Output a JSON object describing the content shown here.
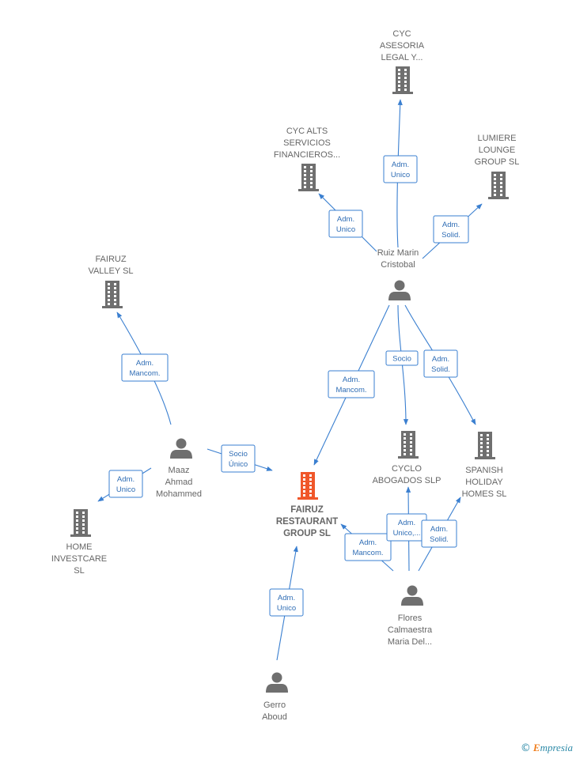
{
  "colors": {
    "edge": "#3a7fd0",
    "node_gray": "#6f6f6f",
    "focus": "#f0572a",
    "text": "#666666"
  },
  "nodes": [
    {
      "id": "cyc-asesoria",
      "type": "company",
      "lines": [
        "CYC",
        "ASESORIA",
        "LEGAL Y..."
      ],
      "icon": "building-icon"
    },
    {
      "id": "cyc-alts",
      "type": "company",
      "lines": [
        "CYC ALTS",
        "SERVICIOS",
        "FINANCIEROS..."
      ],
      "icon": "building-icon"
    },
    {
      "id": "lumiere",
      "type": "company",
      "lines": [
        "LUMIERE",
        "LOUNGE",
        "GROUP SL"
      ],
      "icon": "building-icon"
    },
    {
      "id": "fairuz-valley",
      "type": "company",
      "lines": [
        "FAIRUZ",
        "VALLEY  SL"
      ],
      "icon": "building-icon"
    },
    {
      "id": "ruiz-marin",
      "type": "person",
      "lines": [
        "Ruiz Marin",
        "Cristobal"
      ],
      "icon": "person-icon"
    },
    {
      "id": "maaz",
      "type": "person",
      "lines": [
        "Maaz",
        "Ahmad",
        "Mohammed"
      ],
      "icon": "person-icon"
    },
    {
      "id": "fairuz-restaurant",
      "type": "focus",
      "lines": [
        "FAIRUZ",
        "RESTAURANT",
        "GROUP  SL"
      ],
      "icon": "building-icon"
    },
    {
      "id": "cyclo",
      "type": "company",
      "lines": [
        "CYCLO",
        "ABOGADOS SLP"
      ],
      "icon": "building-icon"
    },
    {
      "id": "spanish-holiday",
      "type": "company",
      "lines": [
        "SPANISH",
        "HOLIDAY",
        "HOMES  SL"
      ],
      "icon": "building-icon"
    },
    {
      "id": "home-investcare",
      "type": "company",
      "lines": [
        "HOME",
        "INVESTCARE",
        "SL"
      ],
      "icon": "building-icon"
    },
    {
      "id": "flores",
      "type": "person",
      "lines": [
        "Flores",
        "Calmaestra",
        "Maria Del..."
      ],
      "icon": "person-icon"
    },
    {
      "id": "gerro",
      "type": "person",
      "lines": [
        "Gerro",
        "Aboud"
      ],
      "icon": "person-icon"
    }
  ],
  "edges": [
    {
      "from": "ruiz-marin",
      "to": "cyc-asesoria",
      "label": [
        "Adm.",
        "Unico"
      ]
    },
    {
      "from": "ruiz-marin",
      "to": "cyc-alts",
      "label": [
        "Adm.",
        "Unico"
      ]
    },
    {
      "from": "ruiz-marin",
      "to": "lumiere",
      "label": [
        "Adm.",
        "Solid."
      ]
    },
    {
      "from": "ruiz-marin",
      "to": "fairuz-restaurant",
      "label": [
        "Adm.",
        "Mancom."
      ]
    },
    {
      "from": "ruiz-marin",
      "to": "cyclo",
      "label": [
        "Socio"
      ]
    },
    {
      "from": "ruiz-marin",
      "to": "spanish-holiday",
      "label": [
        "Adm.",
        "Solid."
      ]
    },
    {
      "from": "maaz",
      "to": "fairuz-valley",
      "label": [
        "Adm.",
        "Mancom."
      ]
    },
    {
      "from": "maaz",
      "to": "fairuz-restaurant",
      "label": [
        "Socio",
        "Único"
      ]
    },
    {
      "from": "maaz",
      "to": "home-investcare",
      "label": [
        "Adm.",
        "Unico"
      ]
    },
    {
      "from": "flores",
      "to": "fairuz-restaurant",
      "label": [
        "Adm.",
        "Mancom."
      ]
    },
    {
      "from": "flores",
      "to": "cyclo",
      "label": [
        "Adm.",
        "Unico,..."
      ]
    },
    {
      "from": "flores",
      "to": "spanish-holiday",
      "label": [
        "Adm.",
        "Solid."
      ]
    },
    {
      "from": "gerro",
      "to": "fairuz-restaurant",
      "label": [
        "Adm.",
        "Unico"
      ]
    }
  ],
  "brand": {
    "copyright": "©",
    "name_first": "E",
    "name_rest": "mpresia"
  }
}
